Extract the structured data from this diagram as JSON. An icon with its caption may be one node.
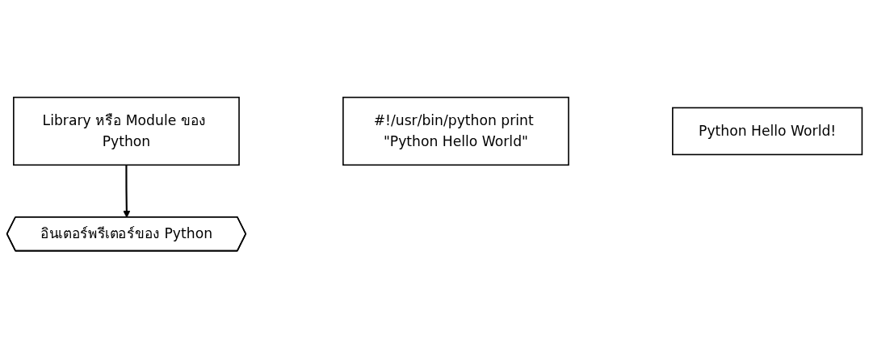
{
  "diagram": {
    "nodes": [
      {
        "text": [
          "Library หรือ Module ของ Python"
        ]
      },
      {
        "text": [
          "#!/usr/bin/python print \"Python Hello World\""
        ]
      },
      {
        "text": [
          "อินเตอร์พรีเตอร์ของ Python"
        ]
      },
      {
        "text": [
          "Python Hello World!"
        ]
      }
    ],
    "edges": [
      {
        "from": 0,
        "to": 2,
        "arrow": "to"
      }
    ]
  }
}
